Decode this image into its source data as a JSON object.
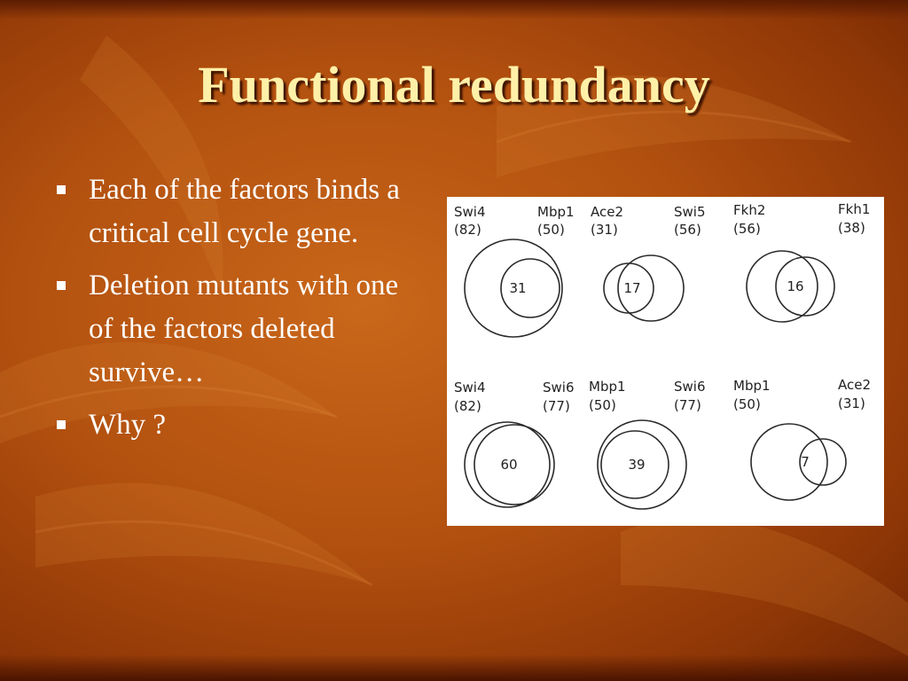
{
  "slide": {
    "title": "Functional redundancy",
    "bullets": [
      "Each of the factors binds a critical cell cycle gene.",
      "Deletion mutants with one of the factors deleted survive…",
      "Why ?"
    ]
  },
  "venn_diagrams": [
    {
      "a": {
        "name": "Swi4",
        "count": "(82)"
      },
      "b": {
        "name": "Mbp1",
        "count": "(50)"
      },
      "overlap": "31"
    },
    {
      "a": {
        "name": "Ace2",
        "count": "(31)"
      },
      "b": {
        "name": "Swi5",
        "count": "(56)"
      },
      "overlap": "17"
    },
    {
      "a": {
        "name": "Fkh2",
        "count": "(56)"
      },
      "b": {
        "name": "Fkh1",
        "count": "(38)"
      },
      "overlap": "16"
    },
    {
      "a": {
        "name": "Swi4",
        "count": "(82)"
      },
      "b": {
        "name": "Swi6",
        "count": "(77)"
      },
      "overlap": "60"
    },
    {
      "a": {
        "name": "Mbp1",
        "count": "(50)"
      },
      "b": {
        "name": "Swi6",
        "count": "(77)"
      },
      "overlap": "39"
    },
    {
      "a": {
        "name": "Mbp1",
        "count": "(50)"
      },
      "b": {
        "name": "Ace2",
        "count": "(31)"
      },
      "overlap": "7"
    }
  ],
  "colors": {
    "title": "#fff0a8",
    "bullet_text": "#ffffff",
    "background": "#b2500f"
  }
}
